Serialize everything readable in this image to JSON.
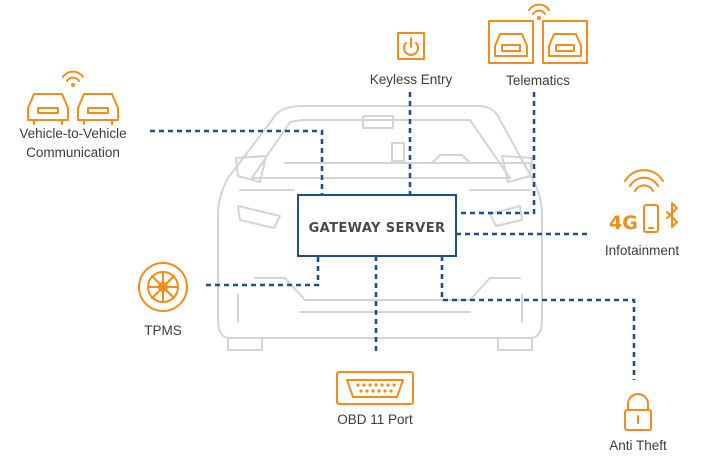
{
  "gateway": {
    "label": "GATEWAY SERVER"
  },
  "nodes": {
    "keyless_entry": "Keyless Entry",
    "telematics": "Telematics",
    "v2v_line1": "Vehicle-to-Vehicle",
    "v2v_line2": "Communication",
    "infotainment": "Infotainment",
    "tpms": "TPMS",
    "obd_port": "OBD 11 Port",
    "anti_theft": "Anti Theft"
  },
  "icons": {
    "four_g": "4G",
    "keyless": "power-button-icon",
    "telematics": "two-cars-with-signal-icon",
    "v2v": "two-cars-with-signal-icon",
    "infotainment": "signal-phone-bluetooth-icon",
    "tpms": "tire-icon",
    "obd": "obd-connector-icon",
    "anti_theft": "lock-icon"
  },
  "colors": {
    "accent": "#f28c1c",
    "connector": "#1f4e8c",
    "gateway_border": "#1f4e8c",
    "car_outline": "#d4d4d4",
    "text": "#3c3c3c"
  }
}
